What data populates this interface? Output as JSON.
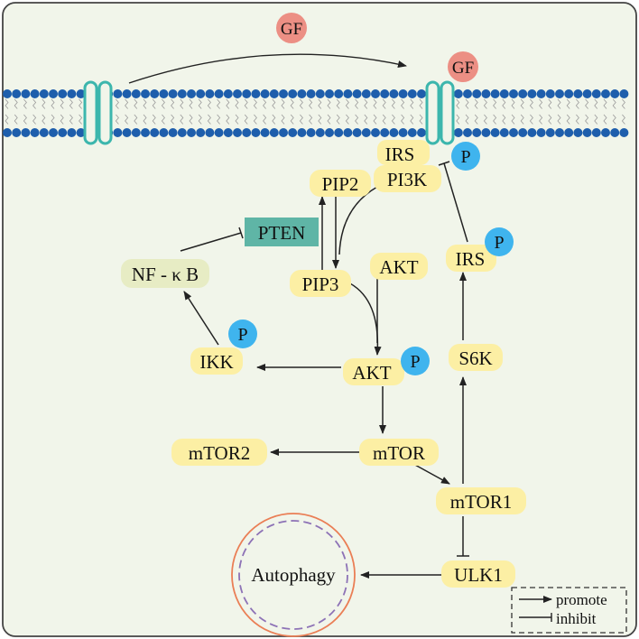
{
  "colors": {
    "cell_fill": "#f1f5ea",
    "cell_border": "#444444",
    "node_fill": "#fcefa4",
    "nfkb_fill": "#e7ecc4",
    "pten_fill": "#5fb5a6",
    "gf_fill": "#ec8f84",
    "phospho_fill": "#3fb4ee",
    "receptor_stroke": "#3cb6ad",
    "lipid_head": "#1e5eac",
    "autophagy_outer": "#ea7e55",
    "autophagy_inner": "#8d72b6",
    "arrow": "#222222"
  },
  "ligands": {
    "gf_free": "GF",
    "gf_bound": "GF"
  },
  "phospho_label": "P",
  "nodes": {
    "irs_top": "IRS",
    "pi3k": "PI3K",
    "pip2": "PIP2",
    "pten": "PTEN",
    "pip3": "PIP3",
    "akt": "AKT",
    "nfkb": "NF - κ B",
    "irs_right": "IRS",
    "ikk": "IKK",
    "akt_p": "AKT",
    "s6k": "S6K",
    "mtor": "mTOR",
    "mtor2": "mTOR2",
    "mtor1": "mTOR1",
    "ulk1": "ULK1",
    "autophagy": "Autophagy"
  },
  "legend": {
    "promote": "promote",
    "inhibit": "inhibit"
  }
}
